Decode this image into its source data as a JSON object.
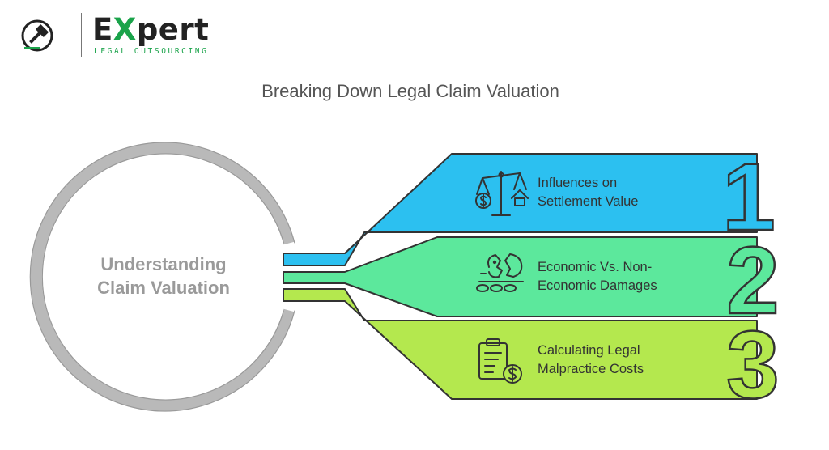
{
  "logo": {
    "brand_first": "E",
    "brand_x": "X",
    "brand_rest": "pert",
    "tagline": "LEGAL OUTSOURCING",
    "icon": "gavel-icon"
  },
  "title": "Breaking Down Legal Claim Valuation",
  "center": {
    "line1": "Understanding",
    "line2": "Claim Valuation"
  },
  "items": [
    {
      "number": "1",
      "line1": "Influences on",
      "line2": "Settlement Value",
      "icon": "scales-icon",
      "color": "#2cc0f0"
    },
    {
      "number": "2",
      "line1": "Economic Vs. Non-",
      "line2": "Economic Damages",
      "icon": "broken-piggy-bank-icon",
      "color": "#5ce89c"
    },
    {
      "number": "3",
      "line1": "Calculating Legal",
      "line2": "Malpractice Costs",
      "icon": "clipboard-dollar-icon",
      "color": "#b4e84e"
    }
  ],
  "colors": {
    "brand_green": "#1aa34a",
    "ring": "#b9b9b9",
    "text_dark": "#333333"
  }
}
